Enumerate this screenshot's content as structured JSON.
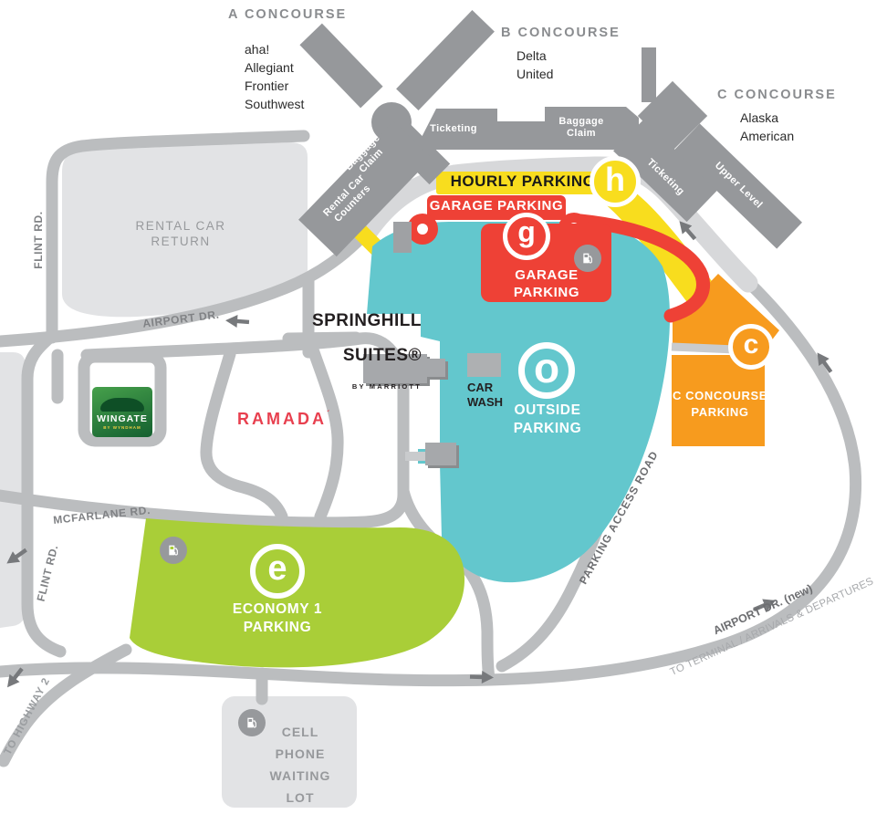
{
  "concourses": {
    "a": {
      "label": "A CONCOURSE",
      "airlines": "aha!\nAllegiant\nFrontier\nSouthwest"
    },
    "b": {
      "label": "B CONCOURSE",
      "airlines": "Delta\nUnited"
    },
    "c": {
      "label": "C CONCOURSE",
      "airlines": "Alaska\nAmerican"
    }
  },
  "terminal": {
    "ticketing": "Ticketing",
    "baggage_claim": "Baggage\nClaim",
    "baggage_claim_wing": "Baggage\nClaim",
    "rental_car_counters": "Rental Car\nCounters",
    "c_ticketing": "Ticketing",
    "upper_level": "Upper Level"
  },
  "parking": {
    "hourly": {
      "label": "HOURLY PARKING",
      "badge": "h",
      "color": "#f8dd1e"
    },
    "garage": {
      "label": "GARAGE PARKING",
      "label_2": "GARAGE\nPARKING",
      "badge": "g",
      "color": "#ee4136"
    },
    "outside": {
      "label": "OUTSIDE\nPARKING",
      "badge": "o",
      "color": "#63c7cd"
    },
    "c_concourse": {
      "label": "C CONCOURSE\nPARKING",
      "badge": "c",
      "color": "#f79b1e"
    },
    "economy": {
      "label": "ECONOMY 1\nPARKING",
      "badge": "e",
      "color": "#a9ce38"
    },
    "cell_phone": {
      "label": "CELL\nPHONE\nWAITING\nLOT"
    }
  },
  "places": {
    "rental_car_return": "RENTAL CAR\nRETURN",
    "car_wash": "CAR\nWASH",
    "springhill": {
      "line1": "SPRINGHILL",
      "line2": "SUITES®",
      "line3": "BY MARRIOTT"
    },
    "wingate": {
      "line1": "WINGATE",
      "line2": "BY WYNDHAM"
    },
    "ramada": {
      "label": "RAMADA",
      "mark": "´"
    }
  },
  "roads": {
    "flint_upper": "FLINT RD.",
    "flint_lower": "FLINT RD.",
    "airport_dr": "AIRPORT DR.",
    "mcfarlane": "MCFARLANE RD.",
    "to_highway_2": "TO HIGHWAY 2",
    "parking_access": "PARKING ACCESS ROAD",
    "airport_dr_new": "AIRPORT DR. (new)",
    "to_terminal": "TO TERMINAL / ARRIVALS & DEPARTURES"
  },
  "colors": {
    "road": "#bbbdbf",
    "road_light": "#d7d8da",
    "area_light": "#e2e3e5",
    "terminal_gray": "#96989b",
    "hourly_yellow": "#f8dd1e",
    "garage_red": "#ee4136",
    "outside_teal": "#63c7cd",
    "c_orange": "#f79b1e",
    "economy_green": "#a9ce38"
  }
}
